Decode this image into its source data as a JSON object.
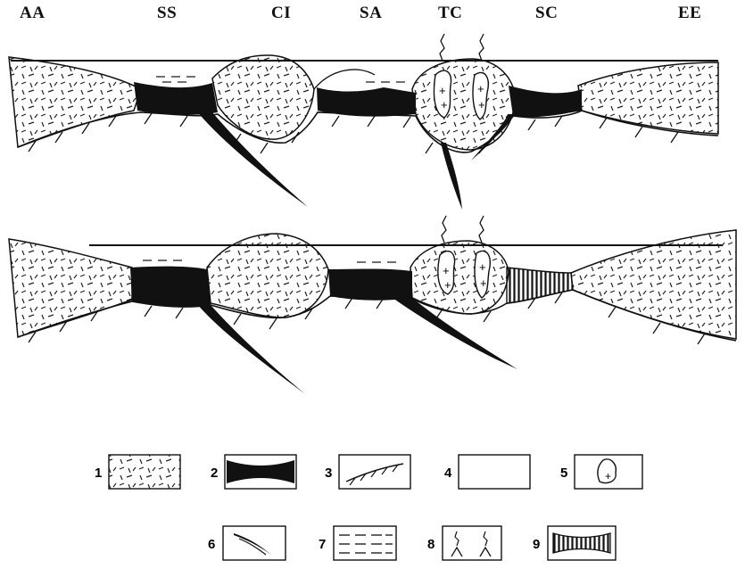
{
  "zone_labels": [
    "AA",
    "SS",
    "CI",
    "SA",
    "TC",
    "SC",
    "EE"
  ],
  "legend": [
    {
      "number": "1",
      "pattern": "dashed-hatch"
    },
    {
      "number": "2",
      "pattern": "black-lens"
    },
    {
      "number": "3",
      "pattern": "hatched-surface"
    },
    {
      "number": "4",
      "pattern": "blank"
    },
    {
      "number": "5",
      "pattern": "plus-pluton"
    },
    {
      "number": "6",
      "pattern": "thrust-slivers"
    },
    {
      "number": "7",
      "pattern": "dashed-lines"
    },
    {
      "number": "8",
      "pattern": "volcano-symbols"
    },
    {
      "number": "9",
      "pattern": "vertical-stripes"
    }
  ]
}
